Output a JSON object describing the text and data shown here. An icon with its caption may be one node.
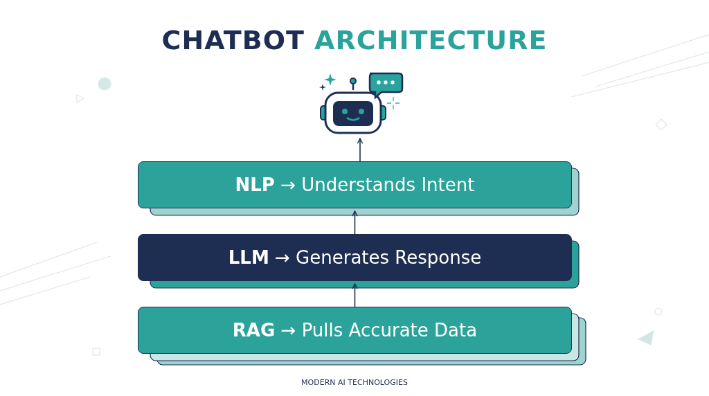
{
  "diagram": {
    "title": "CHATBOT ARCHITECTURE",
    "caption": "MODERN AI TECHNOLOGIES",
    "nodes": [
      {
        "text": [],
        "shape": "picture"
      },
      {
        "text": [
          "**NLP** → Understands Intent"
        ]
      },
      {
        "text": [
          "**LLM** → Generates Response"
        ]
      },
      {
        "text": [
          "**RAG** → Pulls Accurate Data"
        ]
      }
    ],
    "edges": [
      {
        "from": 3,
        "to": 2,
        "arrow": "to"
      },
      {
        "from": 2,
        "to": 1,
        "arrow": "to"
      },
      {
        "from": 1,
        "to": 0,
        "arrow": "to"
      }
    ]
  }
}
